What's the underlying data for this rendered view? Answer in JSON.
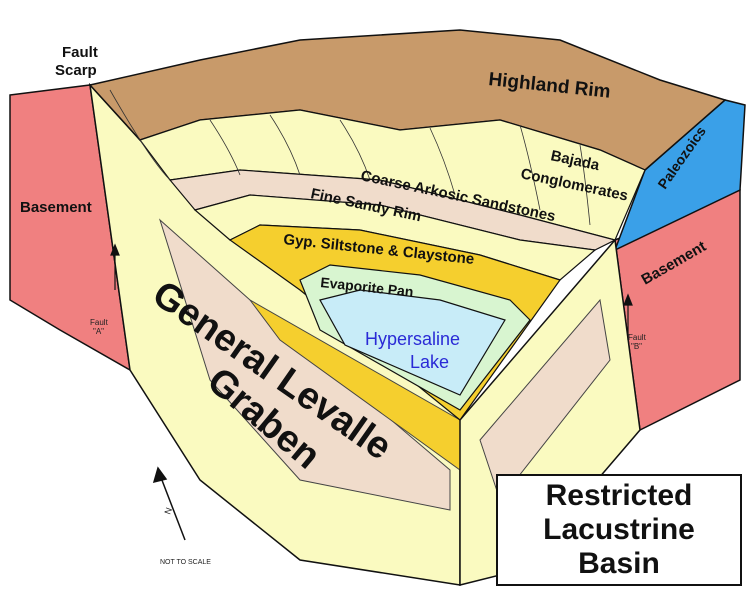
{
  "labels": {
    "fault_scarp_1": "Fault",
    "fault_scarp_2": "Scarp",
    "highland_rim": "Highland Rim",
    "bajada_1": "Bajada",
    "bajada_2": "Conglomerates",
    "paleozoics": "Paleozoics",
    "basement_left": "Basement",
    "basement_right": "Basement",
    "coarse_arkosic": "Coarse Arkosic Sandstones",
    "fine_sandy_rim": "Fine Sandy Rim",
    "gyp_siltstone": "Gyp. Siltstone & Claystone",
    "evaporite_pan": "Evaporite Pan",
    "hypersaline_1": "Hypersaline",
    "hypersaline_2": "Lake",
    "graben_1": "General Levalle",
    "graben_2": "Graben",
    "fault_a_1": "Fault",
    "fault_a_2": "\"A\"",
    "fault_b_1": "Fault",
    "fault_b_2": "\"B\"",
    "north": "N",
    "not_to_scale": "NOT TO SCALE"
  },
  "title": {
    "line1": "Restricted",
    "line2": "Lacustrine",
    "line3": "Basin"
  },
  "colors": {
    "basement": "#f08080",
    "highland": "#c89a6a",
    "pale_yellow": "#fafac0",
    "tan": "#f0dccb",
    "gyp": "#f5cf2e",
    "evaporite": "#d8f5d0",
    "lake": "#c8ecf8",
    "paleozoic": "#3aa0e8"
  }
}
